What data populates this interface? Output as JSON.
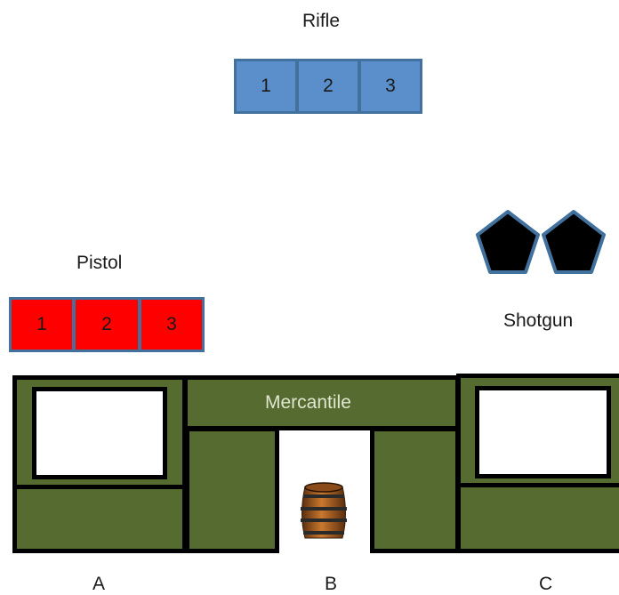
{
  "rifle": {
    "label": "Rifle",
    "color": "#5b8fcb",
    "slots": [
      "1",
      "2",
      "3"
    ]
  },
  "pistol": {
    "label": "Pistol",
    "color": "#ff0000",
    "slots": [
      "1",
      "2",
      "3"
    ]
  },
  "shotgun": {
    "label": "Shotgun",
    "icon": "pentagon-icon",
    "count": 2
  },
  "building": {
    "sign": "Mercantile",
    "wall_color": "#556b2f",
    "barrel_icon": "barrel-icon"
  },
  "positions": [
    "A",
    "B",
    "C"
  ]
}
